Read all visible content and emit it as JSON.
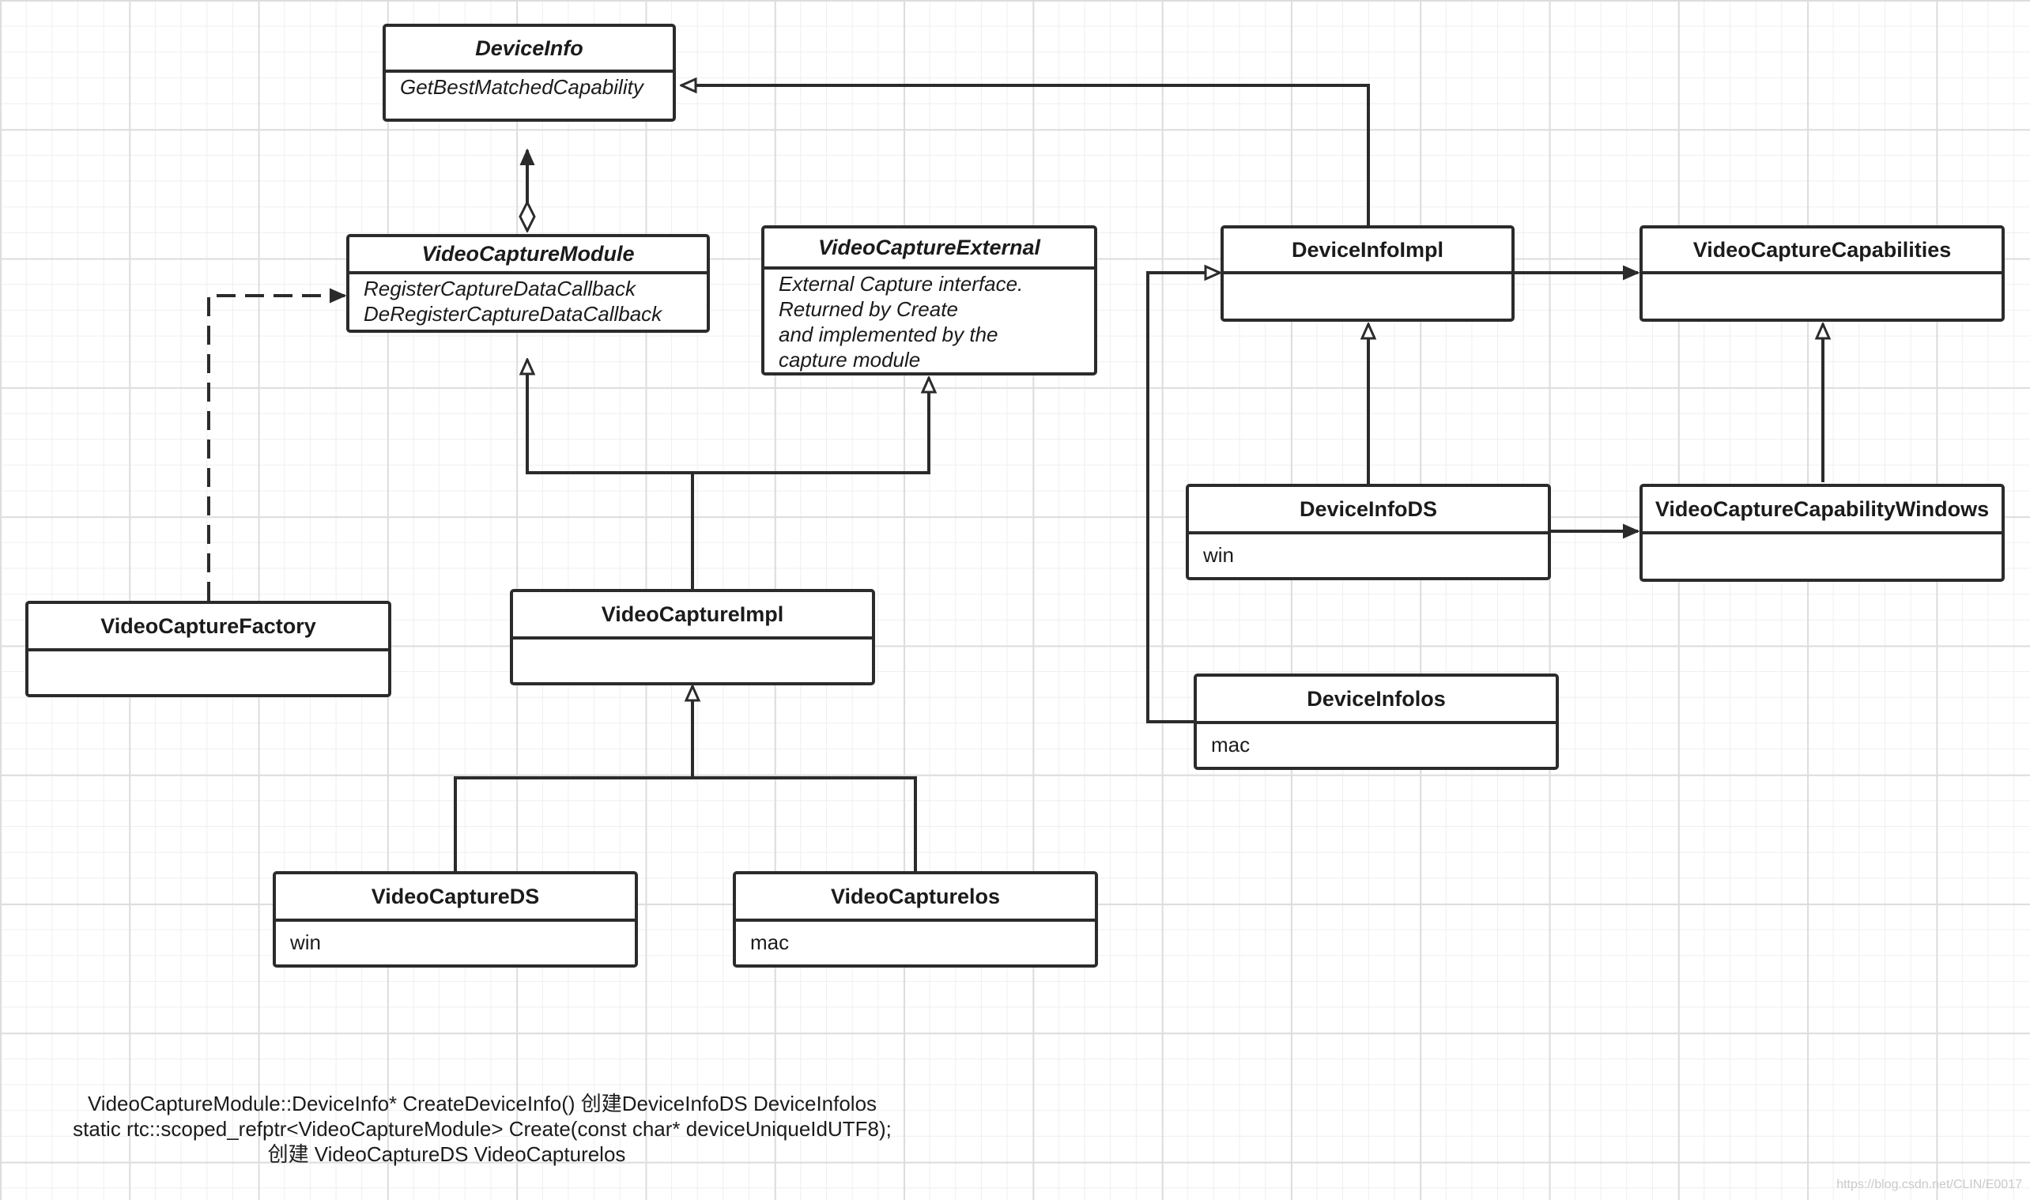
{
  "classes": {
    "device_info": {
      "name": "DeviceInfo",
      "body": "GetBestMatchedCapability"
    },
    "video_capture_module": {
      "name": "VideoCaptureModule",
      "body": "RegisterCaptureDataCallback\nDeRegisterCaptureDataCallback"
    },
    "video_capture_external": {
      "name": "VideoCaptureExternal",
      "body": "External Capture interface.\nReturned by Create\nand implemented by the\ncapture module"
    },
    "device_info_impl": {
      "name": "DeviceInfoImpl",
      "body": ""
    },
    "video_capture_capabilities": {
      "name": "VideoCaptureCapabilities",
      "body": ""
    },
    "device_info_ds": {
      "name": "DeviceInfoDS",
      "body": "win"
    },
    "video_capture_capability_windows": {
      "name": "VideoCaptureCapabilityWindows",
      "body": ""
    },
    "video_capture_factory": {
      "name": "VideoCaptureFactory",
      "body": ""
    },
    "video_capture_impl": {
      "name": "VideoCaptureImpl",
      "body": ""
    },
    "device_info_ios": {
      "name": "DeviceInfolos",
      "body": "mac"
    },
    "video_capture_ds": {
      "name": "VideoCaptureDS",
      "body": "win"
    },
    "video_capture_ios": {
      "name": "VideoCapturelos",
      "body": "mac"
    }
  },
  "note": {
    "line1": "VideoCaptureModule::DeviceInfo* CreateDeviceInfo()   创建DeviceInfoDS DeviceInfolos",
    "line2": "static rtc::scoped_refptr<VideoCaptureModule> Create(const char* deviceUniqueIdUTF8);",
    "line3": "创建   VideoCaptureDS   VideoCapturelos"
  },
  "watermark": "https://blog.csdn.net/CLIN/E0017",
  "colors": {
    "line": "#2b2b2b",
    "grid_major": "#dddddd",
    "grid_minor": "#efefef"
  }
}
